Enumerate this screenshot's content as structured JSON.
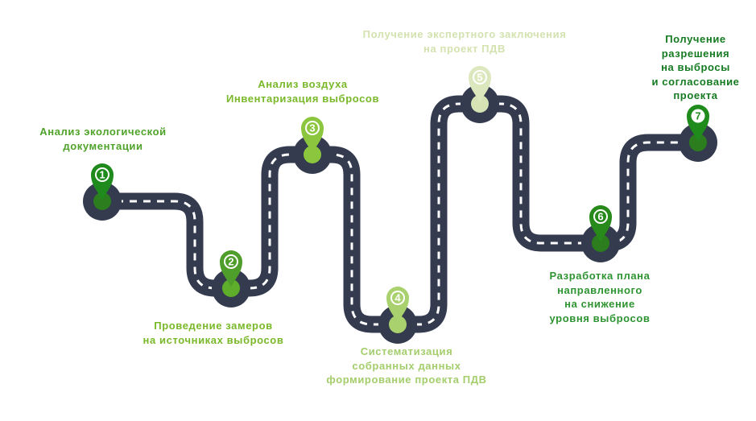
{
  "diagram": {
    "type": "roadmap-timeline",
    "background_color": "#ffffff",
    "road_color": "#343B4F",
    "dash_color": "#ffffff",
    "pin_ring_color": "#ffffff",
    "steps": [
      {
        "number": "1",
        "label": "Анализ экологической\nдокументации",
        "pin_color": "#1F8B1D",
        "dot_color": "#2C7D1D",
        "label_color": "#4FA32A",
        "number_style": "outline"
      },
      {
        "number": "2",
        "label": "Проведение замеров\nна источниках выбросов",
        "pin_color": "#4F9E2C",
        "dot_color": "#5FAE2B",
        "label_color": "#79B829",
        "number_style": "outline"
      },
      {
        "number": "3",
        "label": "Анализ воздуха\nИнвентаризация выбросов",
        "pin_color": "#8CC63F",
        "dot_color": "#8CC63F",
        "label_color": "#79B829",
        "number_style": "outline"
      },
      {
        "number": "4",
        "label": "Систематизация\nсобранных данных\nформирование проекта ПДВ",
        "pin_color": "#A9D16E",
        "dot_color": "#A9D16E",
        "label_color": "#A4CD6B",
        "number_style": "outline"
      },
      {
        "number": "5",
        "label": "Получение экспертного заключения\nна проект ПДВ",
        "pin_color": "#DCE7BD",
        "dot_color": "#D6E3B4",
        "label_color": "#D3E2AF",
        "number_style": "outline"
      },
      {
        "number": "6",
        "label": "Разработка плана\nнаправленного\nна снижение\nуровня выбросов",
        "pin_color": "#278A1B",
        "dot_color": "#2C7D1D",
        "label_color": "#2E9431",
        "number_style": "outline"
      },
      {
        "number": "7",
        "label": "Получение\nразрешения\nна выбросы\nи согласование\nпроекта",
        "pin_color": "#1F8B1D",
        "dot_color": "#2C7D1D",
        "label_color": "#157A21",
        "number_style": "solid"
      }
    ]
  }
}
